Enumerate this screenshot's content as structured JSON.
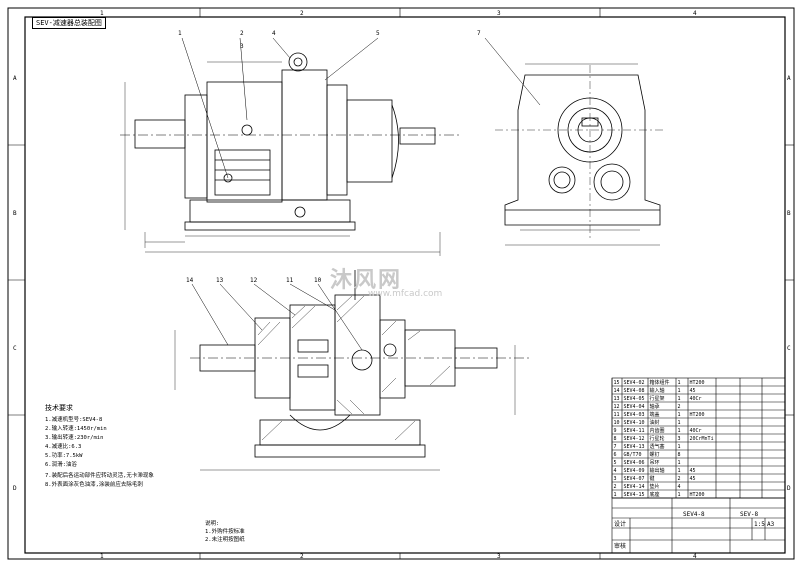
{
  "drawing_tag": "SEV-减速器总装配图",
  "watermark": {
    "brand": "沐风网",
    "site": "www.mfcad.com"
  },
  "grid_cols": [
    "1",
    "2",
    "3",
    "4"
  ],
  "grid_rows": [
    "A",
    "B",
    "C",
    "D"
  ],
  "callouts_top": [
    "1",
    "2",
    "3",
    "4",
    "5",
    "7"
  ],
  "callouts_section": [
    "14",
    "13",
    "12",
    "11",
    "10"
  ],
  "tech_req": {
    "title": "技术要求",
    "lines": [
      "1.减速机型号:SEV4-8",
      "2.输入转速:1450r/min",
      "3.输出转速:230r/min",
      "4.减速比:6.3",
      "5.功率:7.5kW",
      "6.润滑:油浴",
      "7.装配后各运动部件应转动灵活,无卡滞现象",
      "8.外表面涂灰色油漆,涂装前应去除毛刺"
    ]
  },
  "note_bottom": [
    "说明:",
    "1.外购件按标准",
    "2.未注明按图纸"
  ],
  "bom_rows": [
    [
      "15",
      "SEV4-02",
      "箱体组件",
      "1",
      "HT200",
      "",
      ""
    ],
    [
      "14",
      "SEV4-08",
      "输入轴",
      "1",
      "45",
      "",
      ""
    ],
    [
      "13",
      "SEV4-05",
      "行星架",
      "1",
      "40Cr",
      "",
      ""
    ],
    [
      "12",
      "SEV4-04",
      "轴承",
      "2",
      "",
      "",
      ""
    ],
    [
      "11",
      "SEV4-03",
      "端盖",
      "1",
      "HT200",
      "",
      ""
    ],
    [
      "10",
      "SEV4-10",
      "油封",
      "1",
      "",
      "",
      ""
    ],
    [
      "9",
      "SEV4-11",
      "内齿圈",
      "1",
      "40Cr",
      "",
      ""
    ],
    [
      "8",
      "SEV4-12",
      "行星轮",
      "3",
      "20CrMnTi",
      "",
      ""
    ],
    [
      "7",
      "SEV4-13",
      "透气塞",
      "1",
      "",
      "",
      ""
    ],
    [
      "6",
      "GB/T70",
      "螺钉",
      "8",
      "",
      "",
      ""
    ],
    [
      "5",
      "SEV4-06",
      "吊环",
      "1",
      "",
      "",
      ""
    ],
    [
      "4",
      "SEV4-09",
      "输出轴",
      "1",
      "45",
      "",
      ""
    ],
    [
      "3",
      "SEV4-07",
      "键",
      "2",
      "45",
      "",
      ""
    ],
    [
      "2",
      "SEV4-14",
      "垫片",
      "4",
      "",
      "",
      ""
    ],
    [
      "1",
      "SEV4-15",
      "底座",
      "1",
      "HT200",
      "",
      ""
    ]
  ],
  "title_block": {
    "name": "SEV4-8",
    "drawing_no": "SEV-8",
    "scale": "1:5",
    "sheet": "A3",
    "designer": "设计",
    "approved": "审核"
  }
}
